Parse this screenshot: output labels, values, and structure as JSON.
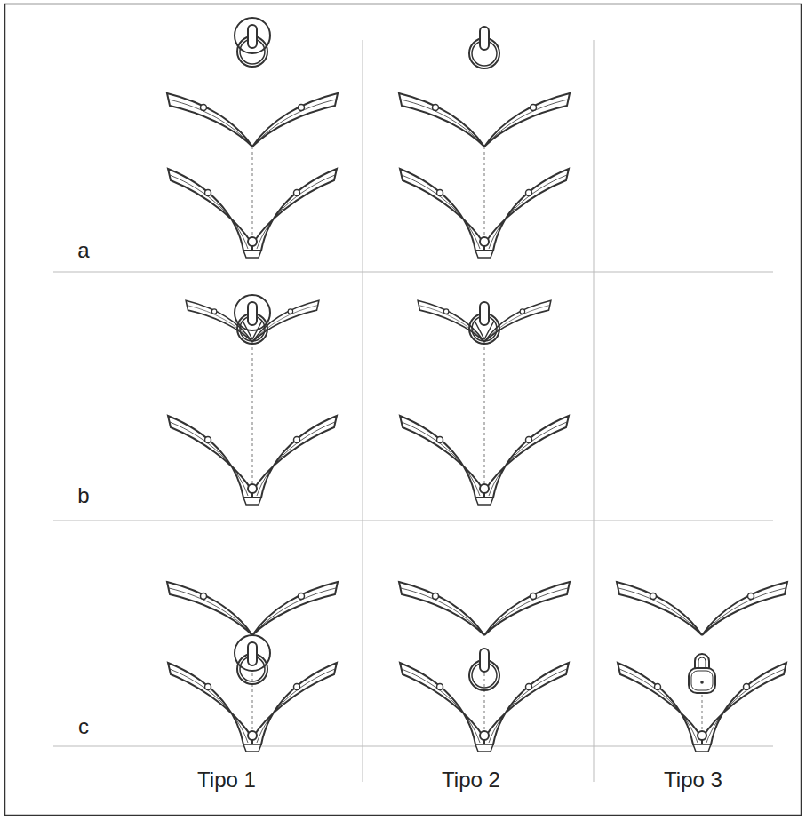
{
  "diagram": {
    "labels": [
      "a",
      "b",
      "c",
      "Tipo 1",
      "Tipo 2",
      "Tipo 3"
    ]
  }
}
